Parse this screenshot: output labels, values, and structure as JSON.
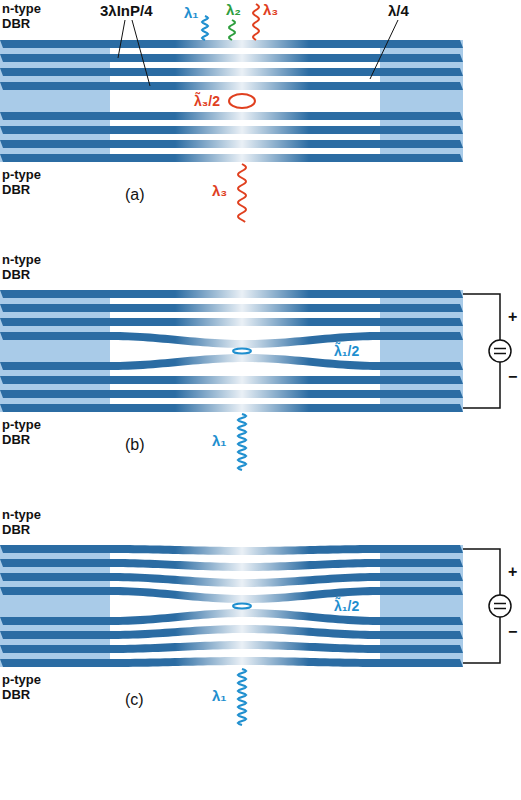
{
  "diagram": {
    "labels": [
      "3λInP/4",
      "λ/4",
      "λ₁",
      "λ₂",
      "λ₃",
      "n-type DBR",
      "λ̃₃/2",
      "p-type DBR",
      "(a)",
      "λ₃",
      "n-type DBR",
      "λ̃₁/2",
      "+",
      "−",
      "p-type DBR",
      "(b)",
      "λ₁",
      "n-type DBR",
      "λ̃₁/2",
      "+",
      "−",
      "p-type DBR",
      "(c)",
      "λ₁"
    ]
  }
}
